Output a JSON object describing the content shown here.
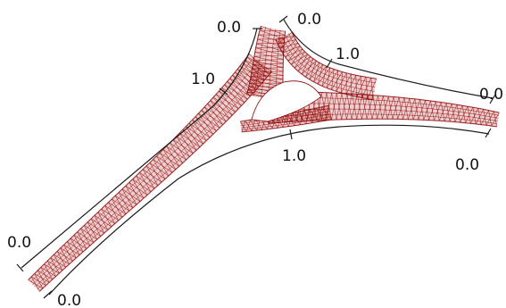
{
  "colors": {
    "mesh": "#8b0000",
    "mesh_fill": "#b22222",
    "scale_arc": "#1a1a1a",
    "background": "#ffffff"
  },
  "labels": {
    "arm_top_left_start": "0.0",
    "arm_top_right_start": "0.0",
    "top_arm_mid": "1.0",
    "right_tip_upper": "0.0",
    "left_arm_mid": "1.0",
    "bottom_arm_mid": "1.0",
    "right_tip_lower": "0.0",
    "left_tip_upper": "0.0",
    "left_tip_lower": "0.0"
  }
}
